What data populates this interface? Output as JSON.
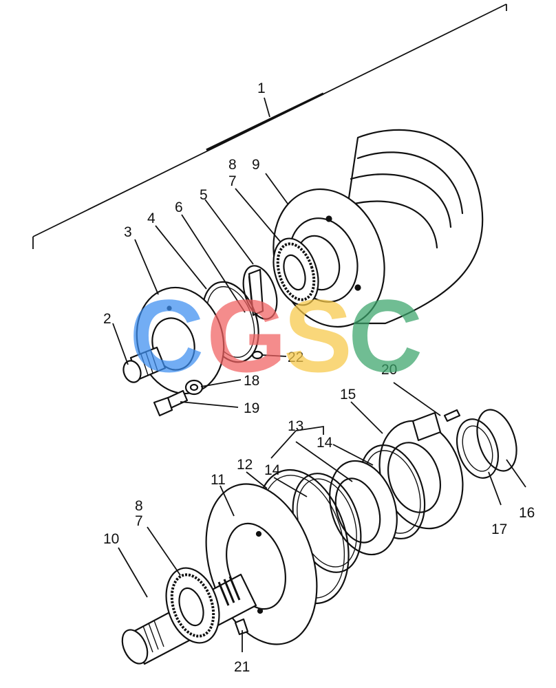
{
  "callouts": {
    "c1": "1",
    "c2": "2",
    "c3": "3",
    "c4": "4",
    "c5": "5",
    "c6": "6",
    "c7a": "7",
    "c8a": "8",
    "c9": "9",
    "c7b": "7",
    "c8b": "8",
    "c10": "10",
    "c11": "11",
    "c12": "12",
    "c13": "13",
    "c14a": "14",
    "c14b": "14",
    "c15": "15",
    "c16": "16",
    "c17": "17",
    "c18": "18",
    "c19": "19",
    "c20": "20",
    "c21": "21",
    "c22": "22"
  },
  "watermark": {
    "letters": [
      "C",
      "G",
      "S",
      "C"
    ],
    "colors": [
      "#3d8ef0",
      "#f06060",
      "#f7c948",
      "#3aa46a"
    ]
  }
}
